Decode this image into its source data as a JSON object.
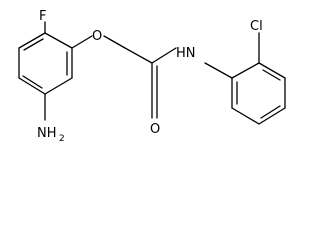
{
  "molecule": {
    "atoms": {
      "fluorine": "F",
      "ether_oxygen": "O",
      "carbonyl_oxygen": "O",
      "amide_nh": "HN",
      "chlorine": "Cl",
      "amine_n": "NH",
      "amine_sub": "2"
    }
  }
}
